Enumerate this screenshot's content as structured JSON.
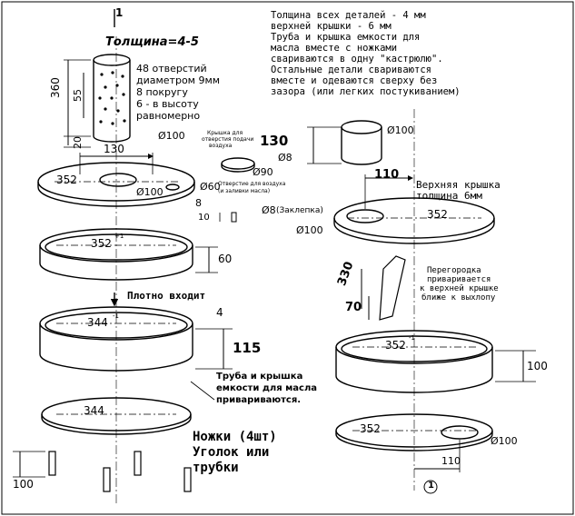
{
  "part_marker": "1",
  "title_thickness": "Толщина=4-5",
  "notes": {
    "line1": "Толщина всех деталей - 4 мм",
    "line2": "верхней крышки - 6 мм",
    "line3": "Труба и крышка емкости для",
    "line4": "масла вместе с ножками",
    "line5": "свариваются в одну \"кастрюлю\".",
    "line6": "Остальные детали свариваются",
    "line7": "вместе и одеваются сверху без",
    "line8": "зазора (или легких постукиванием)"
  },
  "pipe": {
    "holes_l1": "48 отверстий",
    "holes_l2": "диаметром 9мм",
    "holes_l3": "8 покругу",
    "holes_l4": "6 - в высоту",
    "holes_l5": "равномерно",
    "dim_360": "360",
    "dim_55": "55",
    "dim_20": "20",
    "dim_d100": "Ø100"
  },
  "lid_left": {
    "dim_130": "130",
    "dim_352": "352",
    "dim_d100": "Ø100",
    "dim_d60": "Ø60",
    "dim_8a": "8",
    "dim_8b": "Ø8",
    "dim_90": "Ø90",
    "dim_130b": "130",
    "note_hole_l1": "Крышка для",
    "note_hole_l2": "отверстия подачи",
    "note_hole_l3": "воздуха",
    "note_air_l1": "Отверстие для воздуха",
    "note_air_l2": "(и заливки масла)",
    "dim_10": "10",
    "dim_8c": "Ø8",
    "rivet": "(Заклепка)"
  },
  "ring_352": {
    "dim": "352",
    "sup": "+1",
    "h": "60"
  },
  "fits": "Плотно входит",
  "ring_344": {
    "dim": "344",
    "sup": "-1",
    "t": "4",
    "h": "115"
  },
  "weld_note": {
    "l1": "Труба и крышка",
    "l2": "емкости для масла",
    "l3": "привариваются."
  },
  "bottom_344": "344",
  "legs": {
    "l1": "Ножки (4шт)",
    "l2": "Уголок или",
    "l3": "трубки",
    "dim": "100"
  },
  "right": {
    "pipe_d": "Ø100",
    "top_lid_l1": "Верхняя крышка",
    "top_lid_l2": "толщина 6мм",
    "dim_110": "110",
    "dim_352": "352",
    "dim_d100": "Ø100",
    "part_330": "330",
    "part_70": "70",
    "partition_l1": "Перегородка",
    "partition_l2": "приваривается",
    "partition_l3": "к верхней крышке",
    "partition_l4": "ближе к выхлопу",
    "ring_dim": "352",
    "ring_sup": "-1",
    "ring_h": "100",
    "bottom_352": "352",
    "bottom_d": "Ø100",
    "bottom_110": "110",
    "marker": "1"
  }
}
